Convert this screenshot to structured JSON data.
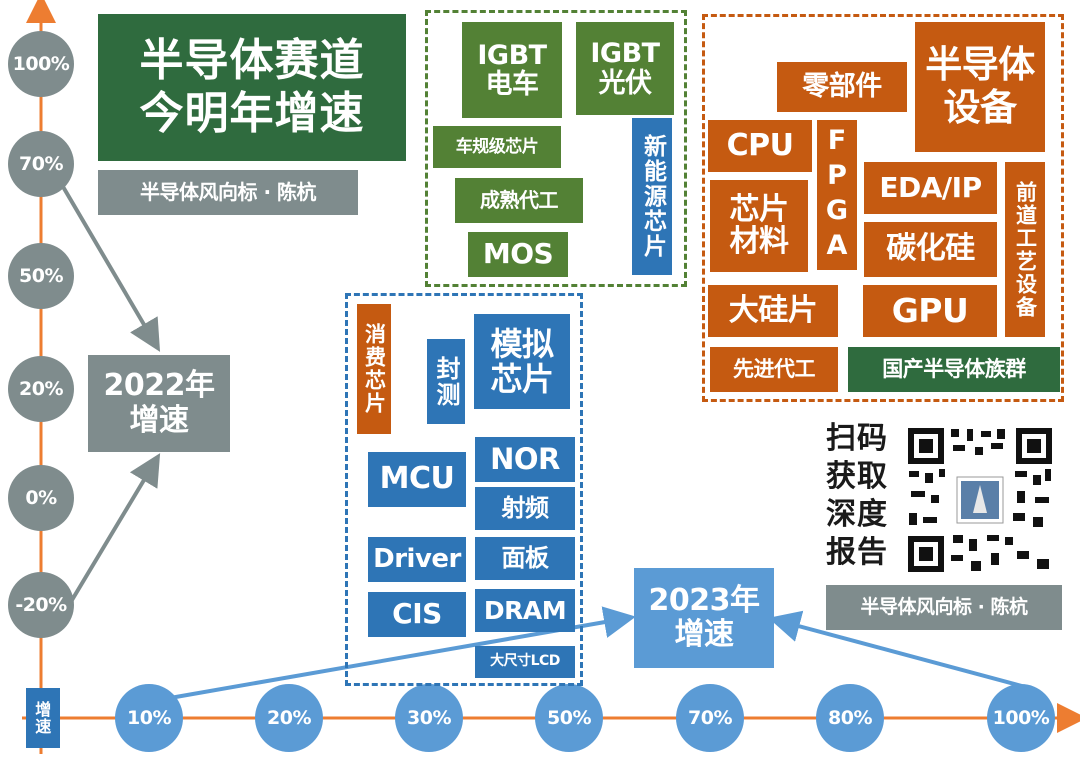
{
  "title": "半导体赛道\n今明年增速",
  "author": "半导体风向标 · 陈杭",
  "author_qr": "半导体风向标 · 陈杭",
  "qr_text": "扫码\n获取\n深度\n报告",
  "axis": {
    "y_ticks": [
      "100%",
      "70%",
      "50%",
      "20%",
      "0%",
      "-20%"
    ],
    "x_ticks": [
      "10%",
      "20%",
      "30%",
      "50%",
      "70%",
      "80%",
      "100%"
    ],
    "x_axis_label": "增\n速",
    "y_axis_name": "2022年\n增速",
    "x_axis_name": "2023年\n增速"
  },
  "groups": {
    "green": {
      "igbt_ev": "IGBT\n电车",
      "igbt_pv": "IGBT\n光伏",
      "auto_chip": "车规级芯片",
      "nev_chip": "新能源芯片",
      "mature_foundry": "成熟代工",
      "mos": "MOS"
    },
    "orange": {
      "equipment": "半导体\n设备",
      "parts": "零部件",
      "cpu": "CPU",
      "fpga": "FPGA",
      "eda_ip": "EDA/IP",
      "front_end_equipment": "前道工艺设备",
      "chip_materials": "芯片\n材料",
      "sic": "碳化硅",
      "silicon_wafer": "大硅片",
      "gpu": "GPU",
      "advanced_foundry": "先进代工",
      "domestic_cluster": "国产半导体族群"
    },
    "blue": {
      "consumer_chip": "消费芯片",
      "packaging_test": "封测",
      "analog_chip": "模拟\n芯片",
      "mcu": "MCU",
      "nor": "NOR",
      "rf": "射频",
      "driver": "Driver",
      "panel": "面板",
      "cis": "CIS",
      "dram": "DRAM",
      "large_lcd": "大尺寸LCD"
    }
  },
  "colors": {
    "axis": "#ed7d31",
    "green": "#538135",
    "dark_green": "#2f6b3e",
    "orange": "#c55a11",
    "blue": "#2e75b6",
    "light_blue": "#5b9bd5",
    "gray": "#7f8c8d"
  }
}
